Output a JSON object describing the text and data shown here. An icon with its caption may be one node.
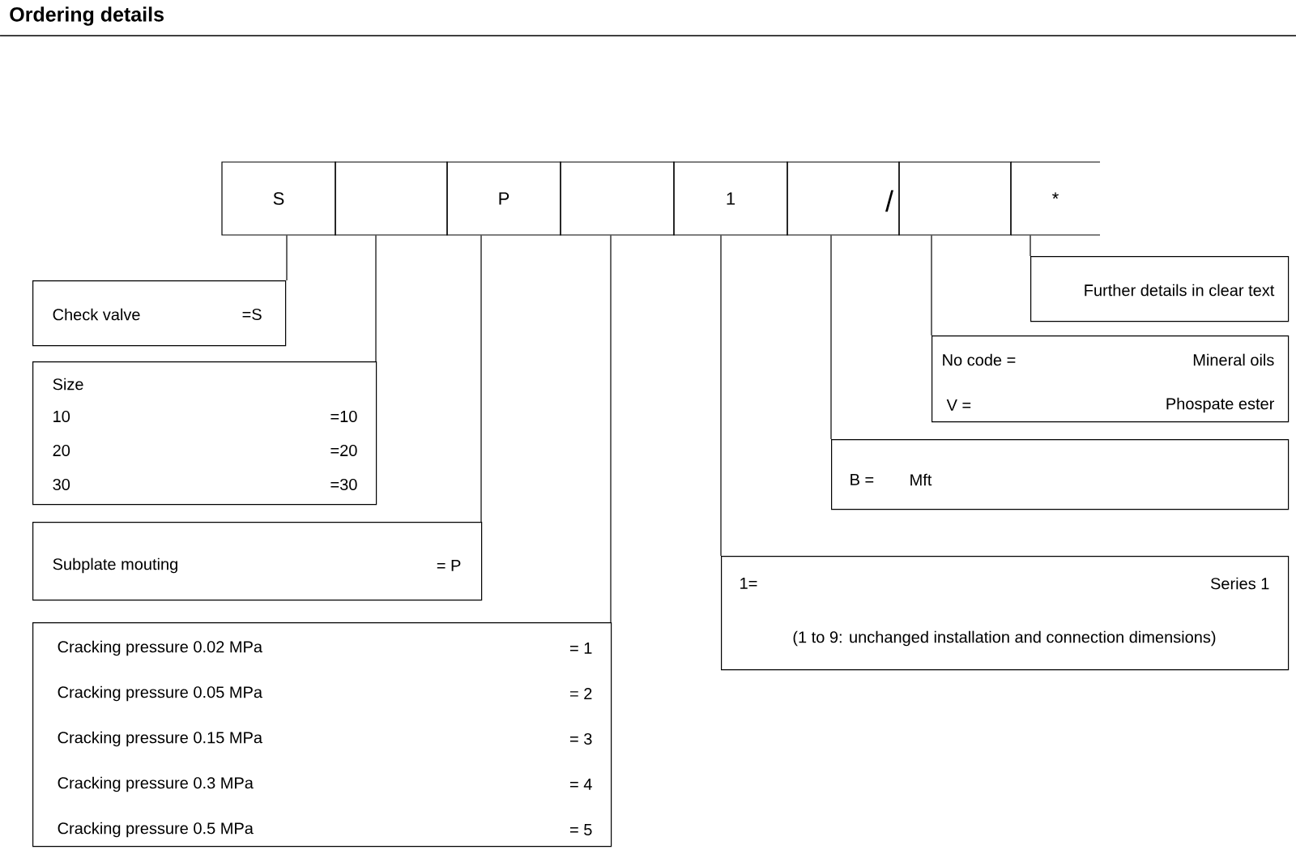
{
  "diagram": {
    "title": "Ordering details",
    "nodes": [
      {
        "text": [
          "S"
        ]
      },
      {
        "text": [],
        "shape": "box"
      },
      {
        "text": [
          "P"
        ]
      },
      {
        "text": [],
        "shape": "box"
      },
      {
        "text": [
          "1"
        ]
      },
      {
        "text": [],
        "shape": "box"
      },
      {
        "text": [],
        "shape": "box"
      },
      {
        "text": [
          "*"
        ]
      },
      {
        "text": [
          "Check valve",
          "=S"
        ]
      },
      {
        "text": [
          "Size",
          "10",
          "=10",
          "20",
          "=20",
          "30",
          "=30"
        ]
      },
      {
        "text": [
          "Subplate mouting",
          "= P"
        ]
      },
      {
        "text": [
          "Cracking pressure 0.02 MPa",
          "= 1",
          "Cracking pressure 0.05 MPa",
          "= 2",
          "Cracking pressure 0.15 MPa",
          "= 3",
          "Cracking pressure 0.3 MPa",
          "= 4",
          "Cracking pressure 0.5 MPa",
          "= 5"
        ]
      },
      {
        "text": [
          "1=",
          "Series 1",
          "(1 to 9: unchanged installation and connection dimensions)"
        ]
      },
      {
        "text": [
          "B =",
          "Mft"
        ]
      },
      {
        "text": [
          "No code =",
          "Mineral oils",
          "V =",
          "Phospate ester"
        ]
      },
      {
        "text": [
          "Further details in clear text"
        ]
      }
    ],
    "edges": [
      {
        "from": 0,
        "to": 8,
        "arrow": "none"
      },
      {
        "from": 1,
        "to": 9,
        "arrow": "none"
      },
      {
        "from": 2,
        "to": 10,
        "arrow": "none"
      },
      {
        "from": 3,
        "to": 11,
        "arrow": "none"
      },
      {
        "from": 4,
        "to": 12,
        "arrow": "none"
      },
      {
        "from": 5,
        "to": 13,
        "arrow": "none"
      },
      {
        "from": 6,
        "to": 14,
        "arrow": "none"
      },
      {
        "from": 7,
        "to": 15,
        "arrow": "none"
      }
    ],
    "labels": [
      "/"
    ]
  }
}
